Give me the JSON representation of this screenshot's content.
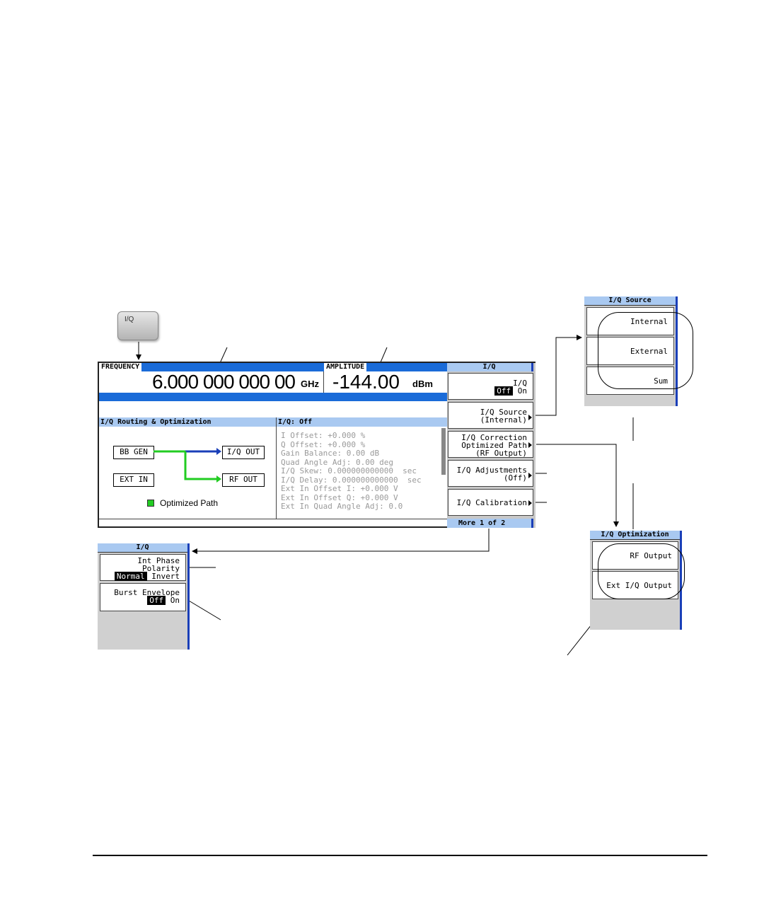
{
  "hardkey": {
    "label": "I/Q"
  },
  "screen": {
    "frequency_label": "FREQUENCY",
    "frequency_value": "6.000 000 000 00",
    "frequency_unit": "GHz",
    "amplitude_label": "AMPLITUDE",
    "amplitude_value": "-144.00",
    "amplitude_unit": "dBm",
    "routing_title": "I/Q Routing & Optimization",
    "iq_status_title": "I/Q:  Off",
    "bb_gen": "BB GEN",
    "ext_in": "EXT IN",
    "iq_out": "I/Q OUT",
    "rf_out": "RF OUT",
    "legend": "Optimized Path",
    "colors": {
      "optimized_path": "#22cc22",
      "iq_path": "#1a3fb8",
      "accent_blue": "#1a6bd8"
    },
    "params": [
      "I Offset: +0.000 %",
      "Q Offset: +0.000 %",
      "Gain Balance: 0.00 dB",
      "Quad Angle Adj: 0.00 deg",
      "I/Q Skew: 0.000000000000  sec",
      "I/Q Delay: 0.000000000000  sec",
      "Ext In Offset I: +0.000 V",
      "Ext In Offset Q: +0.000 V",
      "Ext In Quad Angle Adj: 0.0"
    ]
  },
  "softkeys": {
    "title": "I/Q",
    "iq_label": "I/Q",
    "iq_off": "Off",
    "iq_on": "On",
    "source_line1": "I/Q Source",
    "source_line2": "(Internal)",
    "correction_line1": "I/Q Correction",
    "correction_line2": "Optimized Path",
    "correction_line3": "(RF Output)",
    "adjust_line1": "I/Q Adjustments",
    "adjust_line2": "(Off)",
    "calibration": "I/Q Calibration",
    "more": "More 1 of 2"
  },
  "menu_source": {
    "title": "I/Q Source",
    "items": [
      "Internal",
      "External",
      "Sum"
    ]
  },
  "menu_opt": {
    "title": "I/Q Optimization",
    "items": [
      "RF Output",
      "Ext I/Q Output"
    ]
  },
  "menu_iq2": {
    "title": "I/Q",
    "phase_line1": "Int Phase",
    "phase_line2": "Polarity",
    "phase_normal": "Normal",
    "phase_invert": "Invert",
    "burst_label": "Burst Envelope",
    "burst_off": "Off",
    "burst_on": "On"
  }
}
